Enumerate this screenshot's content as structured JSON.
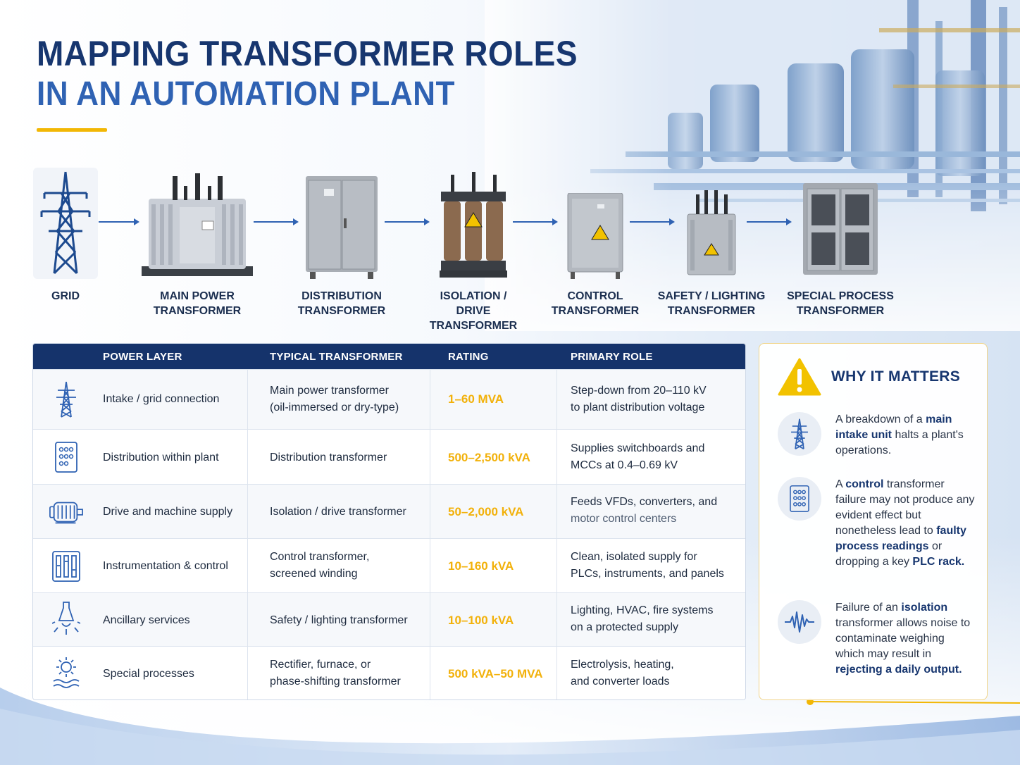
{
  "header": {
    "title_line1": "MAPPING TRANSFORMER ROLES",
    "title_line2": "IN AN AUTOMATION PLANT"
  },
  "chain": {
    "stages": [
      {
        "label": "GRID",
        "icon": "pylon-icon"
      },
      {
        "label": "MAIN POWER\nTRANSFORMER",
        "icon": "oil-transformer-icon"
      },
      {
        "label": "DISTRIBUTION\nTRANSFORMER",
        "icon": "cabinet-icon"
      },
      {
        "label": "ISOLATION /\nDRIVE TRANSFORMER",
        "icon": "dry-transformer-icon"
      },
      {
        "label": "CONTROL\nTRANSFORMER",
        "icon": "small-cabinet-icon"
      },
      {
        "label": "SAFETY / LIGHTING\nTRANSFORMER",
        "icon": "pole-transformer-icon"
      },
      {
        "label": "SPECIAL PROCESS\nTRANSFORMER",
        "icon": "large-cabinet-icon"
      }
    ]
  },
  "table": {
    "headers": [
      "POWER LAYER",
      "TYPICAL TRANSFORMER",
      "RATING",
      "PRIMARY ROLE"
    ],
    "rows": [
      {
        "icon": "pylon-icon",
        "layer": "Intake / grid connection",
        "transformer": [
          "Main power transformer",
          "(oil-immersed or dry-type)"
        ],
        "rating": "1–60 MVA",
        "role": [
          "Step-down from 20–110 kV",
          "to plant distribution voltage"
        ]
      },
      {
        "icon": "switchboard-icon",
        "layer": "Distribution within plant",
        "transformer": [
          "Distribution transformer"
        ],
        "rating": "500–2,500 kVA",
        "role": [
          "Supplies switchboards and",
          "MCCs at 0.4–0.69 kV"
        ]
      },
      {
        "icon": "motor-icon",
        "layer": "Drive and machine supply",
        "transformer": [
          "Isolation / drive transformer"
        ],
        "rating": "50–2,000 kVA",
        "role": [
          "Feeds VFDs, converters, and",
          "motor control centers"
        ]
      },
      {
        "icon": "control-panel-icon",
        "layer": "Instrumentation & control",
        "transformer": [
          "Control transformer,",
          "screened winding"
        ],
        "rating": "10–160 kVA",
        "role": [
          "Clean, isolated supply for",
          "PLCs, instruments, and panels"
        ]
      },
      {
        "icon": "lamp-icon",
        "layer": "Ancillary services",
        "transformer": [
          "Safety / lighting transformer"
        ],
        "rating": "10–100 kVA",
        "role": [
          "Lighting, HVAC, fire systems",
          "on a protected supply"
        ]
      },
      {
        "icon": "heat-process-icon",
        "layer": "Special processes",
        "transformer": [
          "Rectifier, furnace, or",
          "phase-shifting transformer"
        ],
        "rating": "500 kVA–50 MVA",
        "role": [
          "Electrolysis, heating,",
          "and converter loads"
        ]
      }
    ]
  },
  "panel": {
    "title": "WHY IT MATTERS",
    "points": [
      {
        "icon": "pylon-icon",
        "parts": [
          [
            "A breakdown of a ",
            false
          ],
          [
            "main intake unit",
            true
          ],
          [
            " halts a plant's operations.",
            false
          ]
        ]
      },
      {
        "icon": "switchboard-icon",
        "parts": [
          [
            "A ",
            false
          ],
          [
            "control",
            true
          ],
          [
            " transformer failure may not produce any evident effect but nonetheless lead to ",
            false
          ],
          [
            "faulty process readings",
            true
          ],
          [
            " or dropping a key ",
            false
          ],
          [
            "PLC rack.",
            true
          ]
        ]
      },
      {
        "icon": "waveform-icon",
        "parts": [
          [
            "Failure of an ",
            false
          ],
          [
            "isolation",
            true
          ],
          [
            " transformer allows noise to contaminate weighing which may result in ",
            false
          ],
          [
            "rejecting a daily output.",
            true
          ]
        ]
      }
    ]
  },
  "colors": {
    "navy": "#17366f",
    "blue": "#2f62b3",
    "accent_yellow": "#f2b705",
    "rating_gold": "#f2b10a",
    "header_bar": "#15336b"
  }
}
